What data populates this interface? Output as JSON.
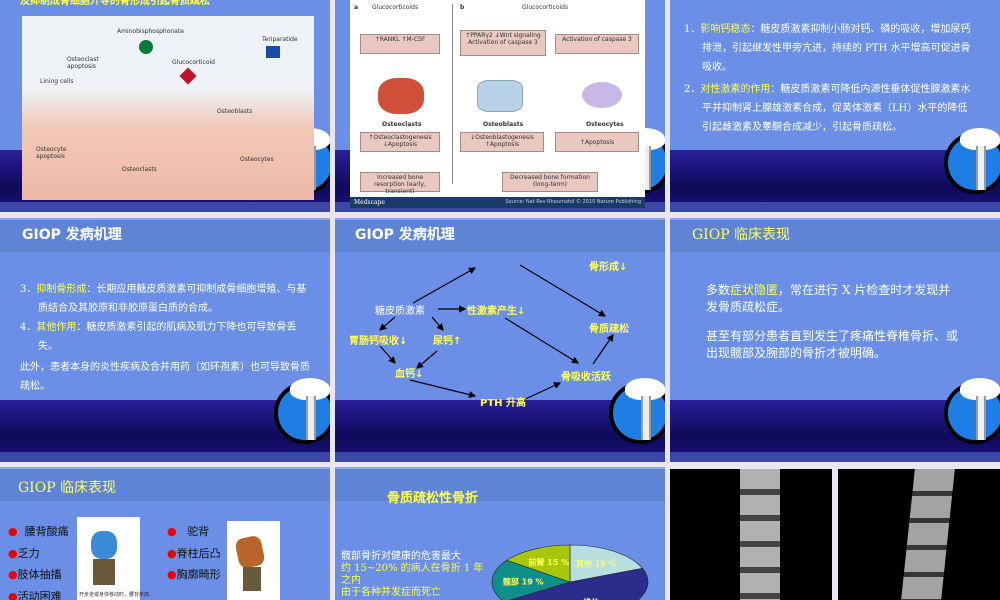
{
  "slides": [
    {
      "caption": "及抑制成骨细胞介导的骨形成引起骨质疏松",
      "figure_labels": {
        "a": "Aminobisphosphonate",
        "b": "Teriparatide",
        "c": "Glucocorticoid",
        "d": "Osteoclast apoptosis",
        "e": "Lining cells",
        "f": "Osteocyte apoptosis",
        "g": "Osteoclasts",
        "h": "Osteoblasts",
        "i": "Osteocytes"
      }
    },
    {
      "panel_a": "a",
      "panel_b": "b",
      "gc_a": "Glucocorticoids",
      "gc_b": "Glucocorticoids",
      "rankl": "↑RANKL ↑M-CSF",
      "pparg": "↑PPARγ2 ↓Wnt signaling Activation of caspase 3",
      "casp": "Activation of caspase 3",
      "osteoclasts": "Osteoclasts",
      "osteoblasts": "Osteoblasts",
      "osteocytes": "Osteocytes",
      "oc_eff": "↑Osteoclastogenesis ↓Apoptosis",
      "ob_eff": "↓Osteoblastogenesis ↑Apoptosis",
      "oy_eff": "↑Apoptosis",
      "resorp": "Increased bone resorption (early, transient)",
      "formation": "Decreased bone formation (long-term)",
      "medscape": "Medscape",
      "source": "Source: Nat Rev Rheumatol © 2010 Nature Publishing"
    },
    {
      "p1_num": "1．",
      "p1_key": "影响钙稳态",
      "p1_text": "：糖皮质激素抑制小肠对钙、磷的吸收，增加尿钙排泄，引起继发性甲旁亢进，持续的 PTH 水平增高可促进骨吸收。",
      "p2_num": "2．",
      "p2_key": "对性激素的作用",
      "p2_text": "：糖皮质激素可降低内源性垂体促性腺激素水平并抑制肾上腺雄激素合成，促黄体激素（LH）水平的降低引起雌激素及睾酮合成减少，引起骨质疏松。"
    },
    {
      "title": "GIOP 发病机理",
      "p3_num": "3．",
      "p3_key": "抑制骨形成",
      "p3_text": "：长期应用糖皮质激素可抑制成骨细胞增殖、与基质结合及其胶原和非胶原蛋白质的合成。",
      "p4_num": "4．",
      "p4_key": "其他作用",
      "p4_text": "：糖皮质激素引起的肌病及肌力下降也可导致骨丢失。",
      "p5": "此外，患者本身的炎性疾病及合并用药（如环孢素）也可导致骨质疏松。"
    },
    {
      "title": "GIOP 发病机理",
      "nodes": {
        "gc": "糖皮质激素",
        "sex": "性激素产生↓",
        "boneform": "骨形成↓",
        "gi": "胃肠钙吸收↓",
        "urine": "尿钙↑",
        "blood": "血钙↓",
        "pth": "PTH 升高",
        "resorb": "骨吸收活跃",
        "op": "骨质疏松"
      }
    },
    {
      "title": "GIOP 临床表现",
      "p1_pre": "多数",
      "p1_key": "症状隐匿",
      "p1_text": "，常在进行 X 片检查时才发现并发骨质疏松症。",
      "p2": "甚至有部分患者直到发生了疼痛性脊椎骨折、或出现髋部及腕部的骨折才被明确。"
    },
    {
      "title": "GIOP 临床表现",
      "left": [
        "腰背酸痛",
        "乏力",
        "肢体抽搐",
        "活动困难"
      ],
      "right": [
        "驼背",
        "脊柱后凸",
        "胸廓畸形"
      ],
      "img_caption": "开步走或身体移动时，腰背疼痛..."
    },
    {
      "title": "骨质疏松性骨折",
      "text": [
        "髋部骨折对健康的危害最大",
        "约 15~20% 的病人在骨折 1 年之内",
        "由于各种并发症而死亡"
      ]
    },
    {}
  ],
  "chart_data": {
    "type": "pie",
    "categories": [
      "其他",
      "椎体",
      "髋部",
      "前臂"
    ],
    "labels": [
      "其他  19 %",
      "椎体",
      "髋部  19 %",
      "前臂 15 %"
    ],
    "values": [
      19,
      null,
      19,
      15
    ],
    "colors": [
      "#b8dfe0",
      "#2c2c8c",
      "#0f8f8a",
      "#a6c70a"
    ]
  },
  "colors": {
    "slide_bg": "#6b8fe6",
    "highlight": "#ffff44",
    "band": "#0f0a5a"
  }
}
